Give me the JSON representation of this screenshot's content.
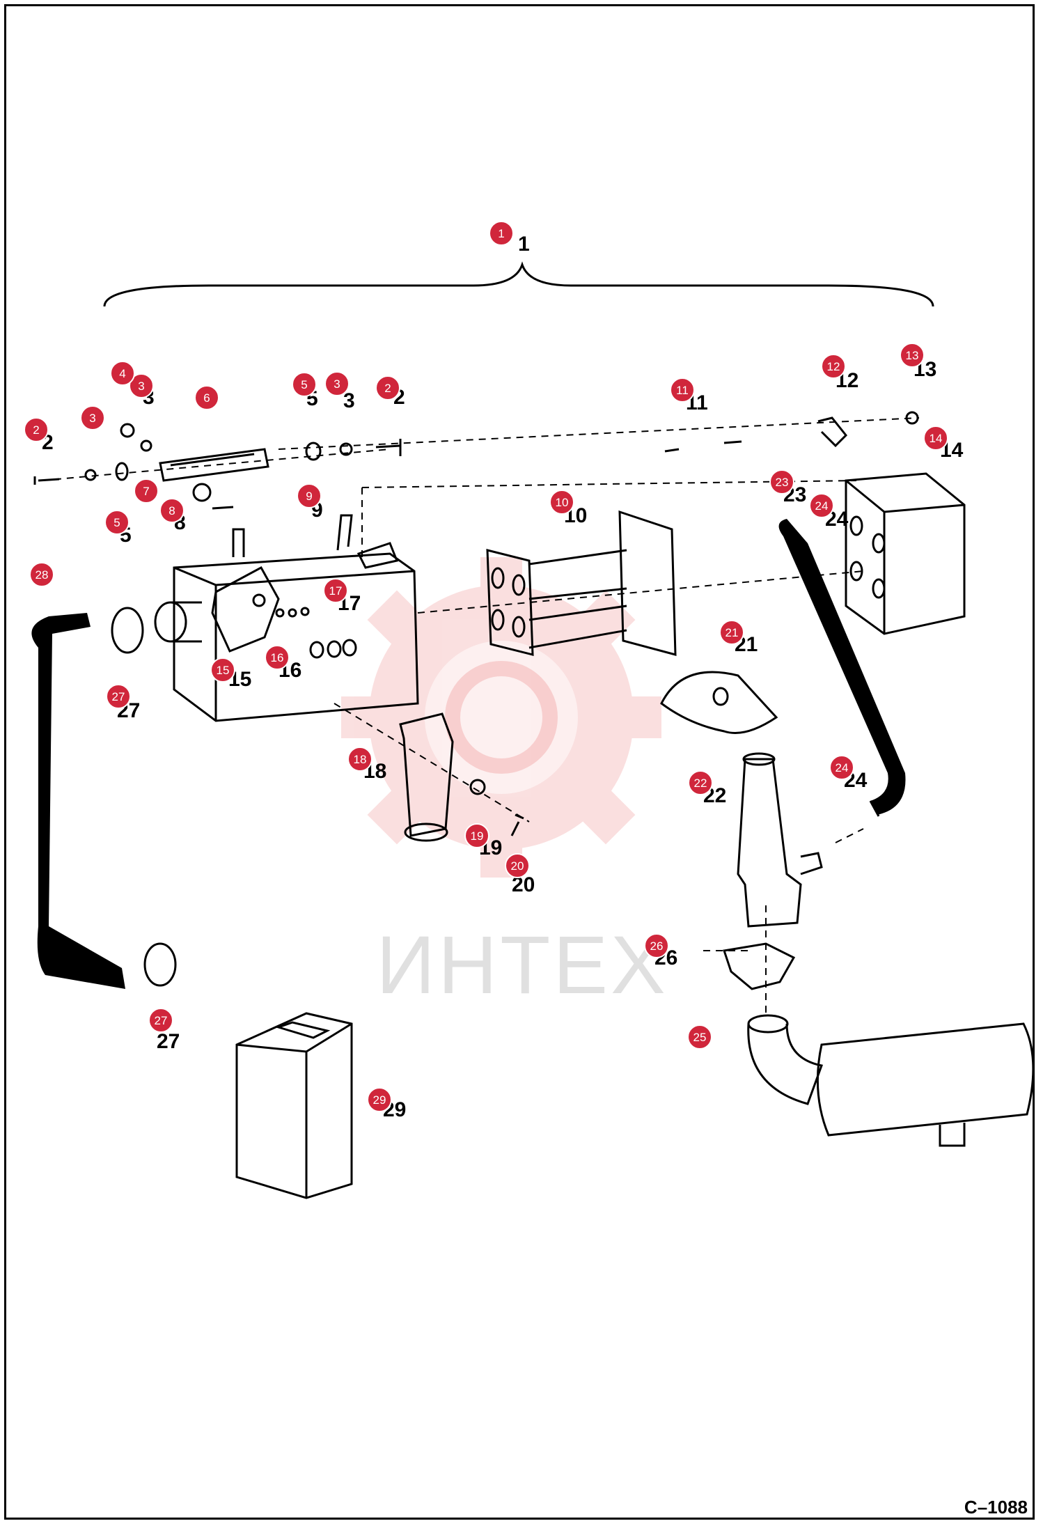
{
  "diagram": {
    "drawing_code": "C–1088",
    "watermark": "ИНТЕХ",
    "assembly_label": "1",
    "callouts": [
      "1",
      "2",
      "3",
      "4",
      "5",
      "6",
      "7",
      "8",
      "9",
      "10",
      "11",
      "12",
      "13",
      "14",
      "15",
      "16",
      "17",
      "18",
      "19",
      "20",
      "21",
      "22",
      "23",
      "24",
      "25",
      "26",
      "27",
      "28",
      "29"
    ],
    "part_numbers": [
      "2",
      "3",
      "5",
      "8",
      "9",
      "10",
      "11",
      "12",
      "13",
      "14",
      "15",
      "16",
      "17",
      "18",
      "19",
      "20",
      "21",
      "22",
      "23",
      "24",
      "26",
      "27",
      "29"
    ],
    "colors": {
      "callout": "#d0263b",
      "line": "#000000",
      "watermark": "#f2b3b3"
    }
  }
}
